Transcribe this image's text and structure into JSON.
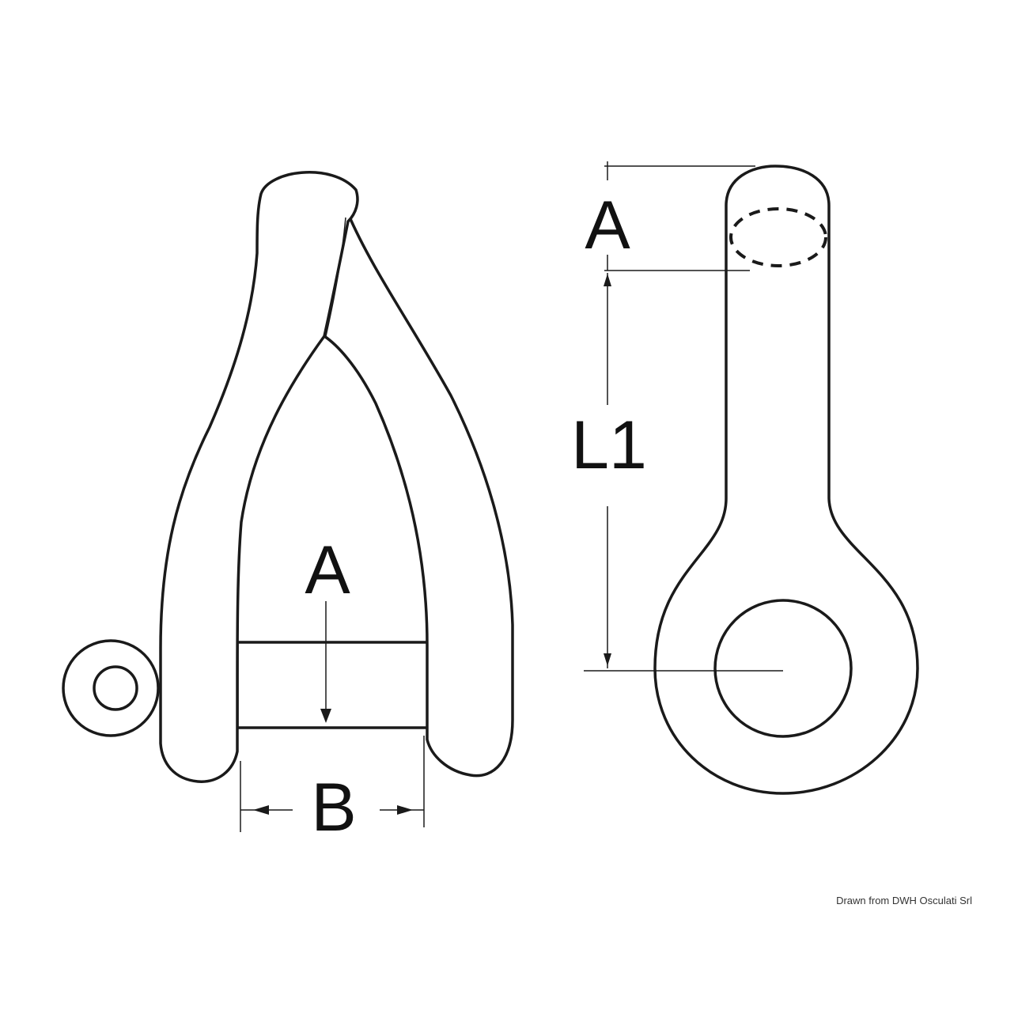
{
  "labels": {
    "front_a": "A",
    "front_b": "B",
    "side_a": "A",
    "side_l1": "L1"
  },
  "credit": "Drawn from DWH Osculati Srl",
  "colors": {
    "line": "#1a1a1a",
    "background": "#ffffff"
  }
}
